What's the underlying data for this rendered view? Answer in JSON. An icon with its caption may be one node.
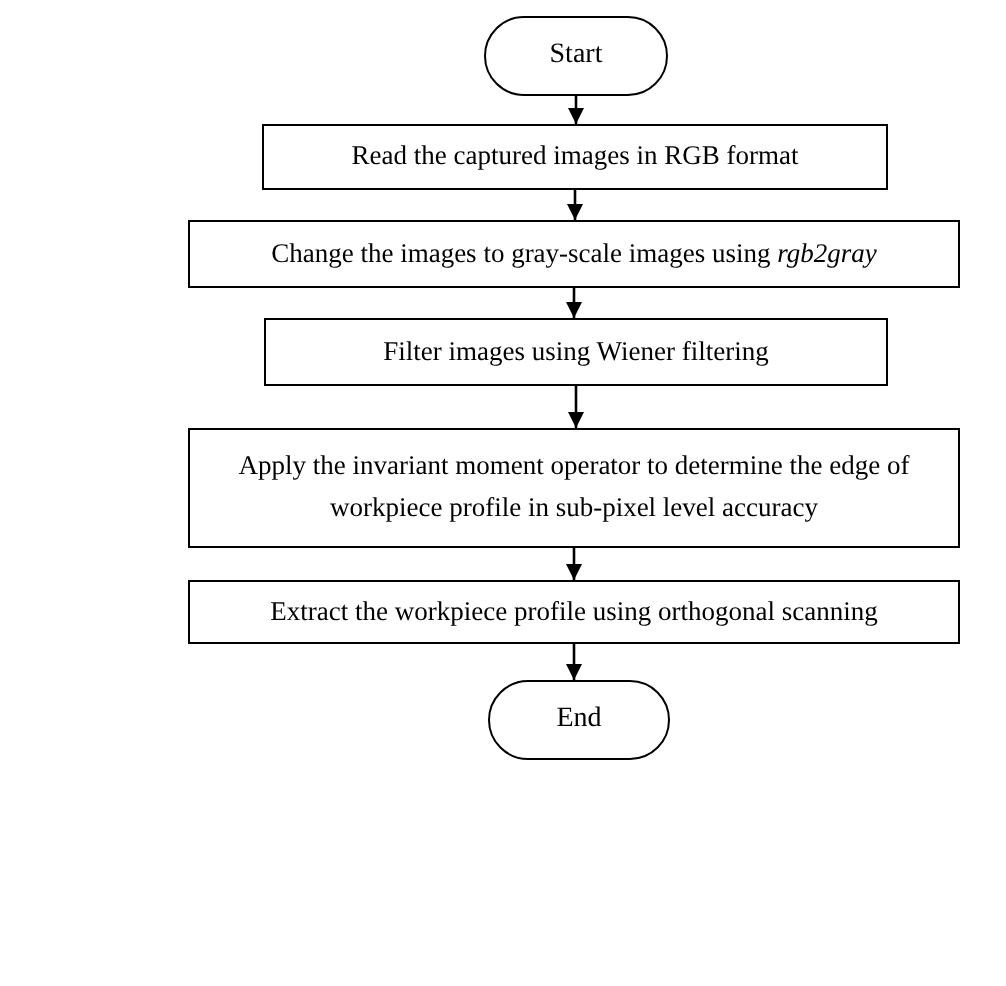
{
  "diagram": {
    "nodes": [
      {
        "text": [
          "Start"
        ]
      },
      {
        "text": [
          "Read the captured images in RGB format"
        ]
      },
      {
        "text": [
          "Change the images to gray-scale images using *rgb2gray*"
        ]
      },
      {
        "text": [
          "Filter images using Wiener filtering"
        ]
      },
      {
        "text": [
          "Apply the invariant moment operator to determine the edge of workpiece profile in sub-pixel level accuracy"
        ]
      },
      {
        "text": [
          "Extract the workpiece profile using orthogonal scanning"
        ]
      },
      {
        "text": [
          "End"
        ]
      }
    ],
    "edges": [
      {
        "from": 0,
        "to": 1,
        "arrow": "to"
      },
      {
        "from": 1,
        "to": 2,
        "arrow": "to"
      },
      {
        "from": 2,
        "to": 3,
        "arrow": "to"
      },
      {
        "from": 3,
        "to": 4,
        "arrow": "to"
      },
      {
        "from": 4,
        "to": 5,
        "arrow": "to"
      },
      {
        "from": 5,
        "to": 6,
        "arrow": "to"
      }
    ]
  }
}
